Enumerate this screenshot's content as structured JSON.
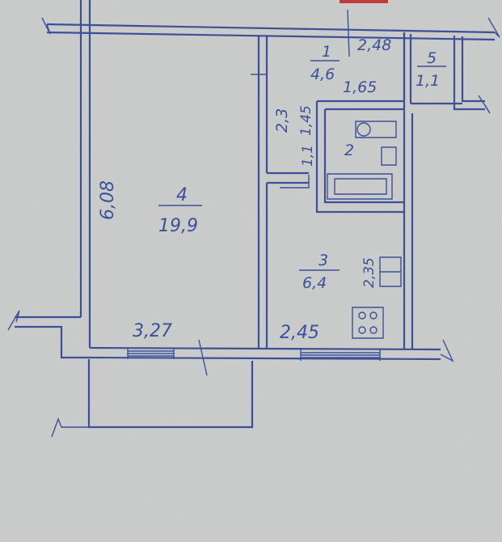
{
  "colors": {
    "paper": "#c9ccca",
    "ink": "#3e4f9a",
    "mark": "#c23a3a"
  },
  "rooms": [
    {
      "id": "1",
      "number": "1",
      "area": "4,6"
    },
    {
      "id": "2",
      "number": "2",
      "area": ""
    },
    {
      "id": "3",
      "number": "3",
      "area": "6,4"
    },
    {
      "id": "4",
      "number": "4",
      "area": "19,9"
    },
    {
      "id": "5",
      "number": "5",
      "area": "1,1"
    }
  ],
  "dimensions": {
    "room4_height": "6,08",
    "room4_width": "3,27",
    "room3_width": "2,45",
    "room3_height": "2,35",
    "hall_width": "2,48",
    "hall_height": "2,3",
    "bath_width": "1,65",
    "bath_height": "1,45",
    "hall_niche": "1,1"
  }
}
